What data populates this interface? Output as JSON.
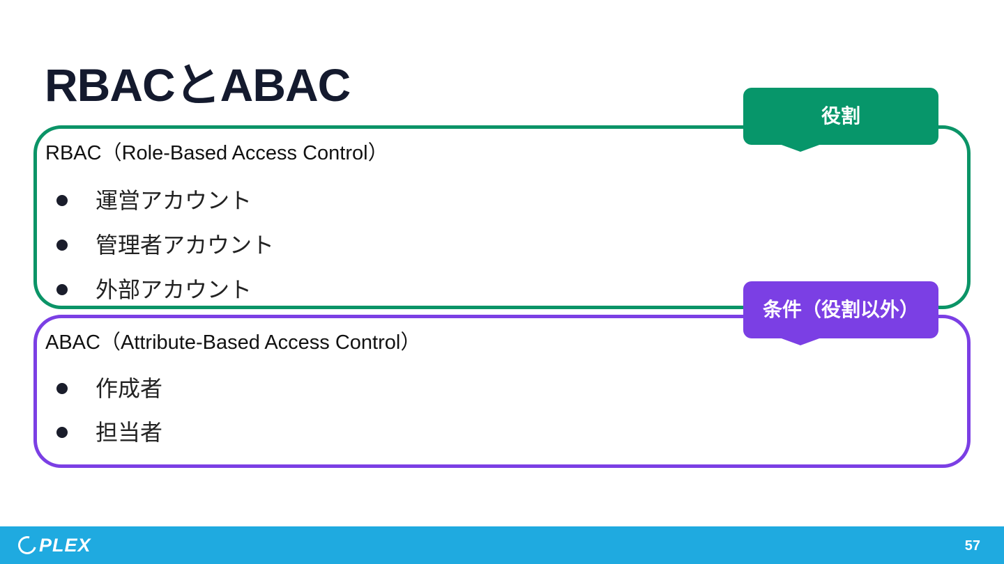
{
  "slide": {
    "title": "RBACとABAC",
    "page_number": "57"
  },
  "rbac": {
    "heading": "RBAC（Role-Based Access Control）",
    "items": [
      "運営アカウント",
      "管理者アカウント",
      "外部アカウント"
    ],
    "callout": "役割",
    "color": "#07966a"
  },
  "abac": {
    "heading": "ABAC（Attribute-Based Access Control）",
    "items": [
      "作成者",
      "担当者"
    ],
    "callout": "条件（役割以外）",
    "color": "#7b3fe4"
  },
  "footer": {
    "logo_text": "PLEX",
    "logo_icon": "circle-arc-icon",
    "background": "#1faae0"
  }
}
